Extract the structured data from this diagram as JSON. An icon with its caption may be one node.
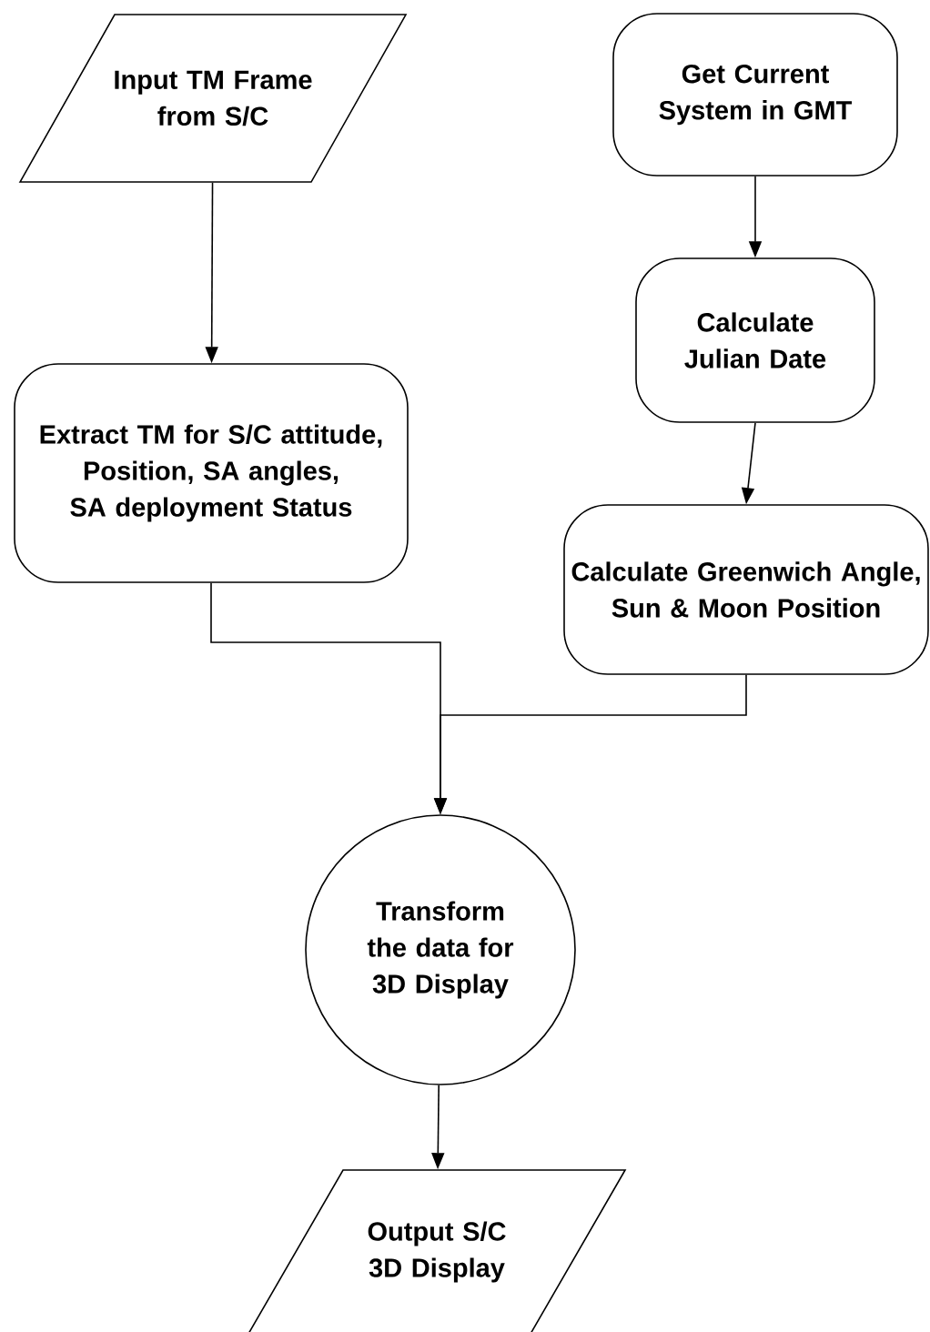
{
  "diagram": {
    "nodes": [
      {
        "text": [
          "Input TM Frame from S/C"
        ]
      },
      {
        "text": [
          "Get Current System in GMT"
        ]
      },
      {
        "text": [
          "Extract TM for S/C attitude, Position, SA angles, SA deployment Status"
        ]
      },
      {
        "text": [
          "Calculate Julian Date"
        ]
      },
      {
        "text": [
          "Calculate Greenwich Angle, Sun & Moon Position"
        ]
      },
      {
        "text": [
          "Transform the data for 3D Display"
        ]
      },
      {
        "text": [
          "Output S/C 3D Display"
        ]
      }
    ],
    "edges": [
      {
        "from": 0,
        "to": 2,
        "arrow": "to"
      },
      {
        "from": 1,
        "to": 3,
        "arrow": "to"
      },
      {
        "from": 3,
        "to": 4,
        "arrow": "to"
      },
      {
        "from": 2,
        "to": 5,
        "arrow": "to"
      },
      {
        "from": 4,
        "to": 5,
        "arrow": "to"
      },
      {
        "from": 5,
        "to": 6,
        "arrow": "to"
      }
    ]
  }
}
